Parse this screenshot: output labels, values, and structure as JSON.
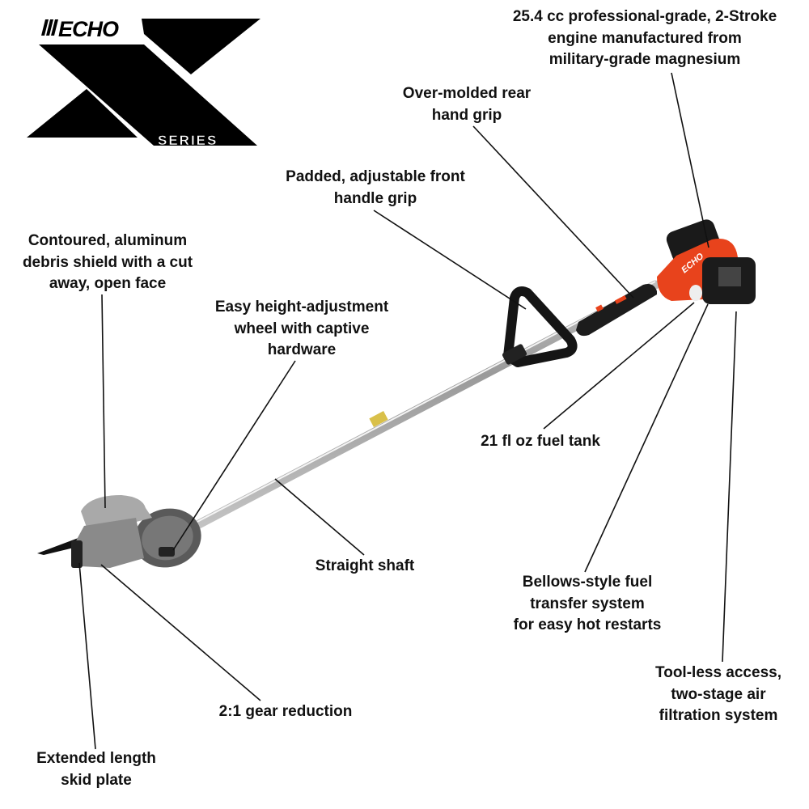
{
  "logo": {
    "brand": "ECHO",
    "series_letter": "X",
    "series_word": "SERIES"
  },
  "callouts": {
    "engine": [
      "25.4 cc professional-grade, 2-Stroke",
      "engine manufactured from",
      "military-grade magnesium"
    ],
    "rear_grip": [
      "Over-molded rear",
      "hand grip"
    ],
    "front_grip": [
      "Padded, adjustable front",
      "handle grip"
    ],
    "debris_shield": [
      "Contoured, aluminum",
      "debris shield with a cut",
      "away, open face"
    ],
    "height_wheel": [
      "Easy height-adjustment",
      "wheel with captive",
      "hardware"
    ],
    "fuel_tank": [
      "21 fl oz fuel tank"
    ],
    "straight_shaft": [
      "Straight shaft"
    ],
    "bellows": [
      "Bellows-style fuel",
      "transfer system",
      "for easy hot restarts"
    ],
    "air_filter": [
      "Tool-less access,",
      "two-stage air",
      "filtration system"
    ],
    "gear_reduction": [
      "2:1 gear reduction"
    ],
    "skid_plate": [
      "Extended length",
      "skid plate"
    ]
  },
  "colors": {
    "engine_orange": "#e8431c",
    "text": "#111111",
    "shaft": "#b8b8b8"
  }
}
